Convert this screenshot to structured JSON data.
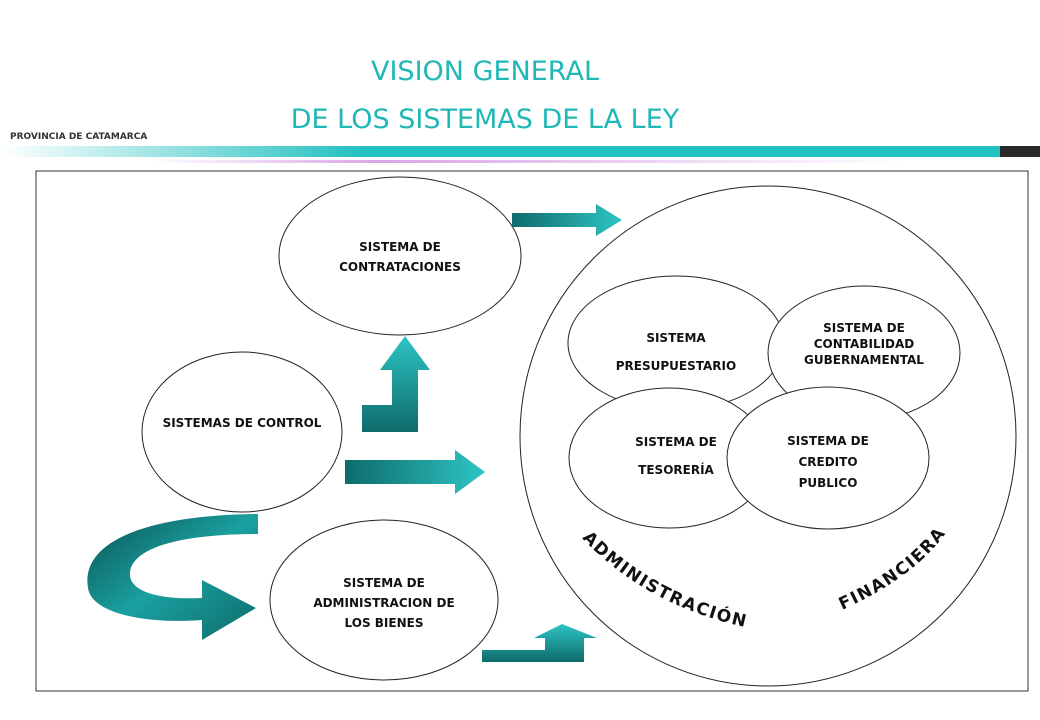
{
  "header": {
    "title_line1": "VISION GENERAL",
    "title_line2": "DE LOS SISTEMAS DE LA LEY",
    "province": "PROVINCIA DE CATAMARCA"
  },
  "nodes": {
    "contrataciones": [
      "SISTEMA DE",
      "CONTRATACIONES"
    ],
    "control": [
      "SISTEMAS DE CONTROL"
    ],
    "bienes": [
      "SISTEMA DE",
      "ADMINISTRACION DE",
      "LOS BIENES"
    ],
    "presupuestario": [
      "SISTEMA",
      "PRESUPUESTARIO"
    ],
    "contabilidad": [
      "SISTEMA DE",
      "CONTABILIDAD",
      "GUBERNAMENTAL"
    ],
    "tesoreria": [
      "SISTEMA  DE",
      "TESORERÍA"
    ],
    "credito": [
      "SISTEMA DE",
      "CREDITO",
      "PUBLICO"
    ]
  },
  "arc_labels": {
    "left": "ADMINISTRACIÓN",
    "right": "FINANCIERA"
  },
  "colors": {
    "title": "#21b7b7",
    "arrow_dark": "#0e6b6b",
    "arrow_light": "#2ec4c4"
  }
}
